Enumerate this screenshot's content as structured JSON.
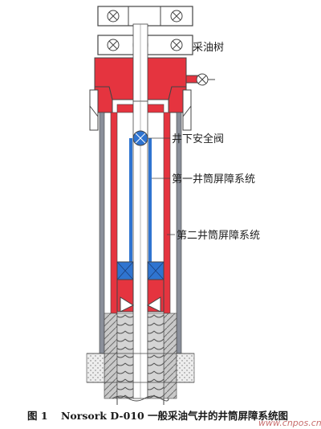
{
  "labels": {
    "christmas_tree": "采油树",
    "sscsv": "井下安全阀",
    "primary_barrier": "第一井筒屏障系统",
    "secondary_barrier": "第二井筒屏障系统"
  },
  "caption": {
    "figure_number": "图 1",
    "text": "Norsork D-010 一般采油气井的井筒屏障系统图"
  },
  "watermark": "www.cnpos.cn",
  "colors": {
    "primary_barrier": "#2f74d0",
    "secondary_barrier": "#e5343f",
    "casing": "#8a8f9a",
    "ground": "#e6e6e6",
    "cement": "#b8b8b8",
    "outline": "#444444"
  }
}
